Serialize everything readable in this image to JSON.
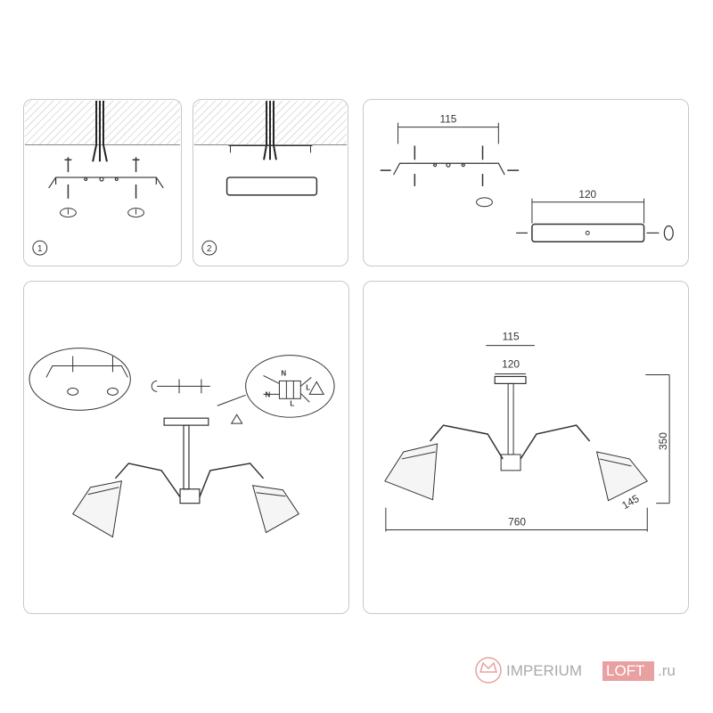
{
  "steps": [
    {
      "number": "1"
    },
    {
      "number": "2"
    }
  ],
  "dimensions": {
    "bracket_spacing": "115",
    "canopy_width": "120",
    "total_width": "760",
    "height": "350",
    "shade_size": "145"
  },
  "wiring_labels": {
    "neutral": "N",
    "live": "L"
  },
  "watermark": {
    "brand_main": "IMPERIUM",
    "brand_accent": "LOFT",
    "domain": ".ru",
    "accent_color": "#e8a0a0"
  },
  "colors": {
    "line": "#333333",
    "panel_border": "#c8c8c8",
    "hatch": "#bbbbbb"
  }
}
